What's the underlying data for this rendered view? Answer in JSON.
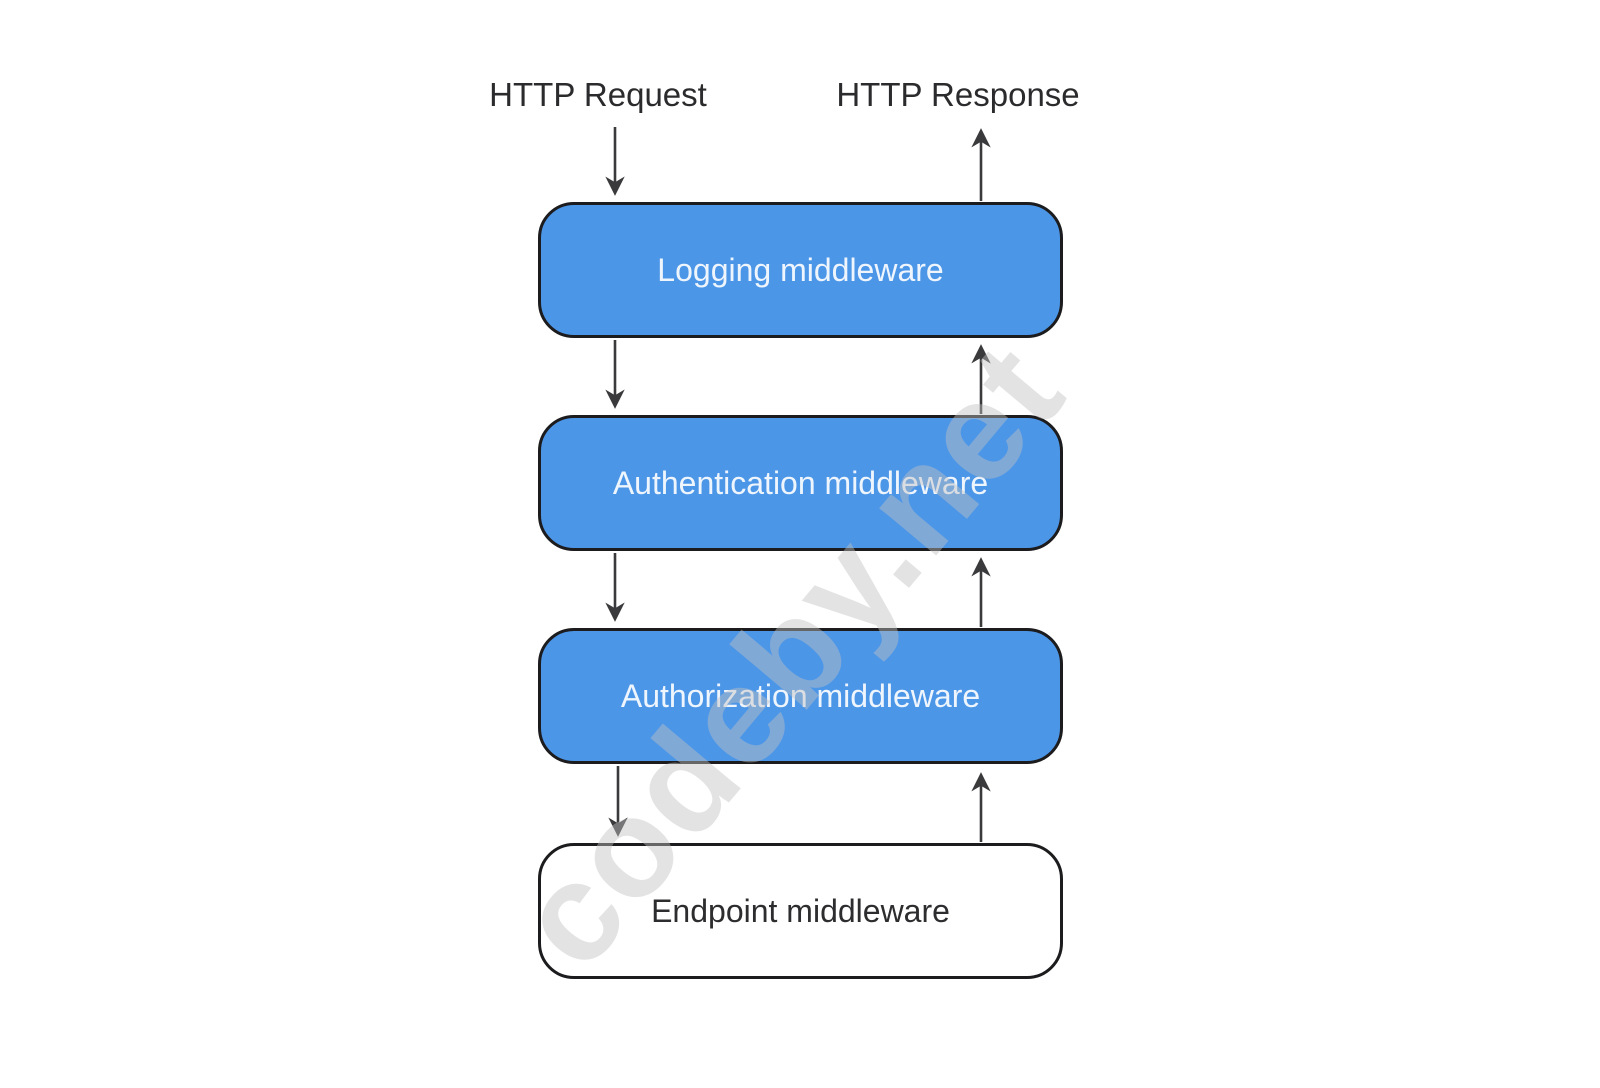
{
  "diagram": {
    "title_implicit": "HTTP middleware pipeline",
    "labels": {
      "request": "HTTP Request",
      "response": "HTTP Response"
    },
    "nodes": [
      {
        "label": "Logging middleware",
        "variant": "filled"
      },
      {
        "label": "Authentication middleware",
        "variant": "filled"
      },
      {
        "label": "Authorization middleware",
        "variant": "filled"
      },
      {
        "label": "Endpoint middleware",
        "variant": "outline"
      }
    ],
    "watermark": {
      "text": "codeby.net"
    }
  },
  "colors": {
    "node_fill": "#4c96e8",
    "node_border": "#1c1c1e",
    "node_text": "#eef5fd",
    "endpoint_fill": "#ffffff",
    "endpoint_text": "#2d2d2f",
    "arrow": "#3a3a3c",
    "label_text": "#2b2b2d",
    "canvas_bg": "#ffffff"
  }
}
